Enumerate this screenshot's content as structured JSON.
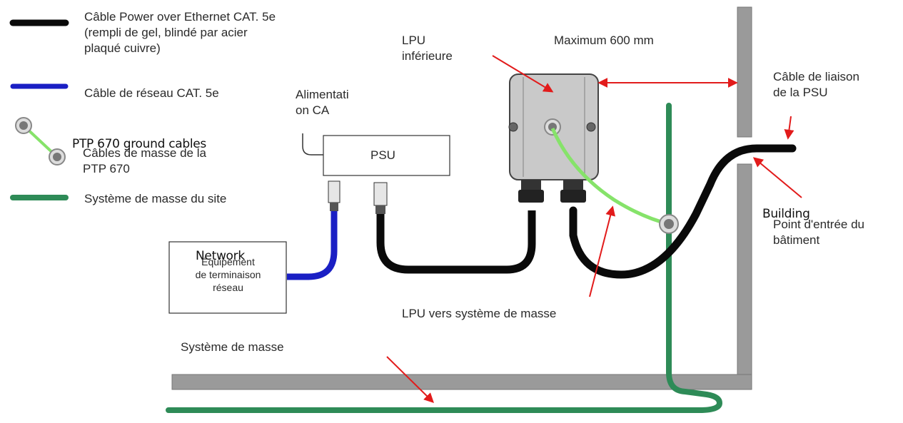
{
  "legend": {
    "poe_cable": "Câble Power over Ethernet CAT. 5e (rempli de gel, blindé par acier plaqué cuivre)",
    "poe_cable_lines": [
      "Câble Power over Ethernet CAT. 5e",
      "(rempli de gel, blindé par acier",
      "plaqué cuivre)"
    ],
    "network_cable": "Câble de réseau CAT. 5e",
    "ground_cables_overlay": "PTP 670 ground cables",
    "ground_cables_lines": [
      "Câbles de masse de la",
      "PTP 670"
    ],
    "site_ground": "Système de masse du site"
  },
  "labels": {
    "ac_power_lines": [
      "Alimentati",
      "on CA"
    ],
    "psu": "PSU",
    "lpu_lines": [
      "LPU",
      "inférieure"
    ],
    "max_distance": "Maximum 600 mm",
    "psu_bond_lines": [
      "Câble de liaison",
      "de la PSU"
    ],
    "building_overlay": "Building",
    "entry_point_lines": [
      "Point d'entrée du",
      "bâtiment"
    ],
    "network_overlay": "Network",
    "nte_lines": [
      "Équipement",
      "de terminaison",
      "réseau"
    ],
    "lpu_to_ground": "LPU vers système de masse",
    "ground_system": "Système de masse"
  },
  "colors": {
    "poe_cable": "#0a0a0a",
    "network_cable": "#1a1fc4",
    "ground_cable": "#86e36a",
    "site_ground": "#2e8b57",
    "wall": "#9a9a9a",
    "arrow": "#e21b1b",
    "lpu_body": "#c9c9c9"
  }
}
